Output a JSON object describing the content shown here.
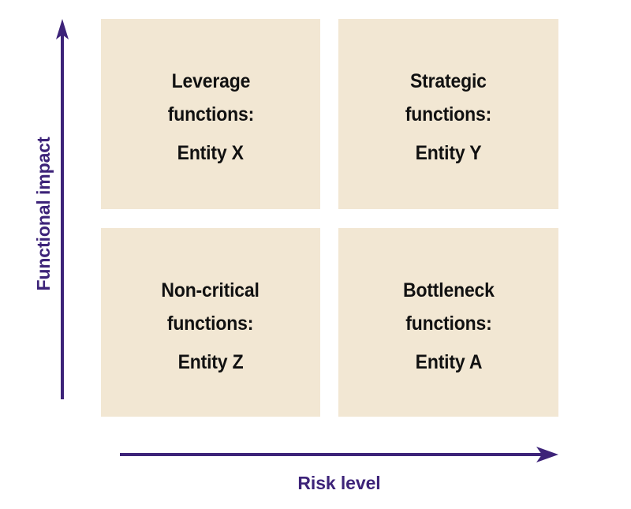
{
  "diagram": {
    "type": "2x2-matrix",
    "colors": {
      "quadrant_fill": "#f2e7d3",
      "axis": "#3d2379",
      "axis_label_text": "#3d2379",
      "quadrant_text": "#111111",
      "background": "#ffffff"
    },
    "axes": {
      "y": {
        "label": "Functional impact",
        "direction": "up",
        "arrow": "arrow-up-icon"
      },
      "x": {
        "label": "Risk level",
        "direction": "right",
        "arrow": "arrow-right-icon"
      }
    },
    "quadrants": [
      {
        "position": "top-left",
        "title_line1": "Leverage",
        "title_line2": "functions:",
        "entity": "Entity X"
      },
      {
        "position": "top-right",
        "title_line1": "Strategic",
        "title_line2": "functions:",
        "entity": "Entity Y"
      },
      {
        "position": "bottom-left",
        "title_line1": "Non-critical",
        "title_line2": "functions:",
        "entity": "Entity Z"
      },
      {
        "position": "bottom-right",
        "title_line1": "Bottleneck",
        "title_line2": "functions:",
        "entity": "Entity A"
      }
    ]
  }
}
